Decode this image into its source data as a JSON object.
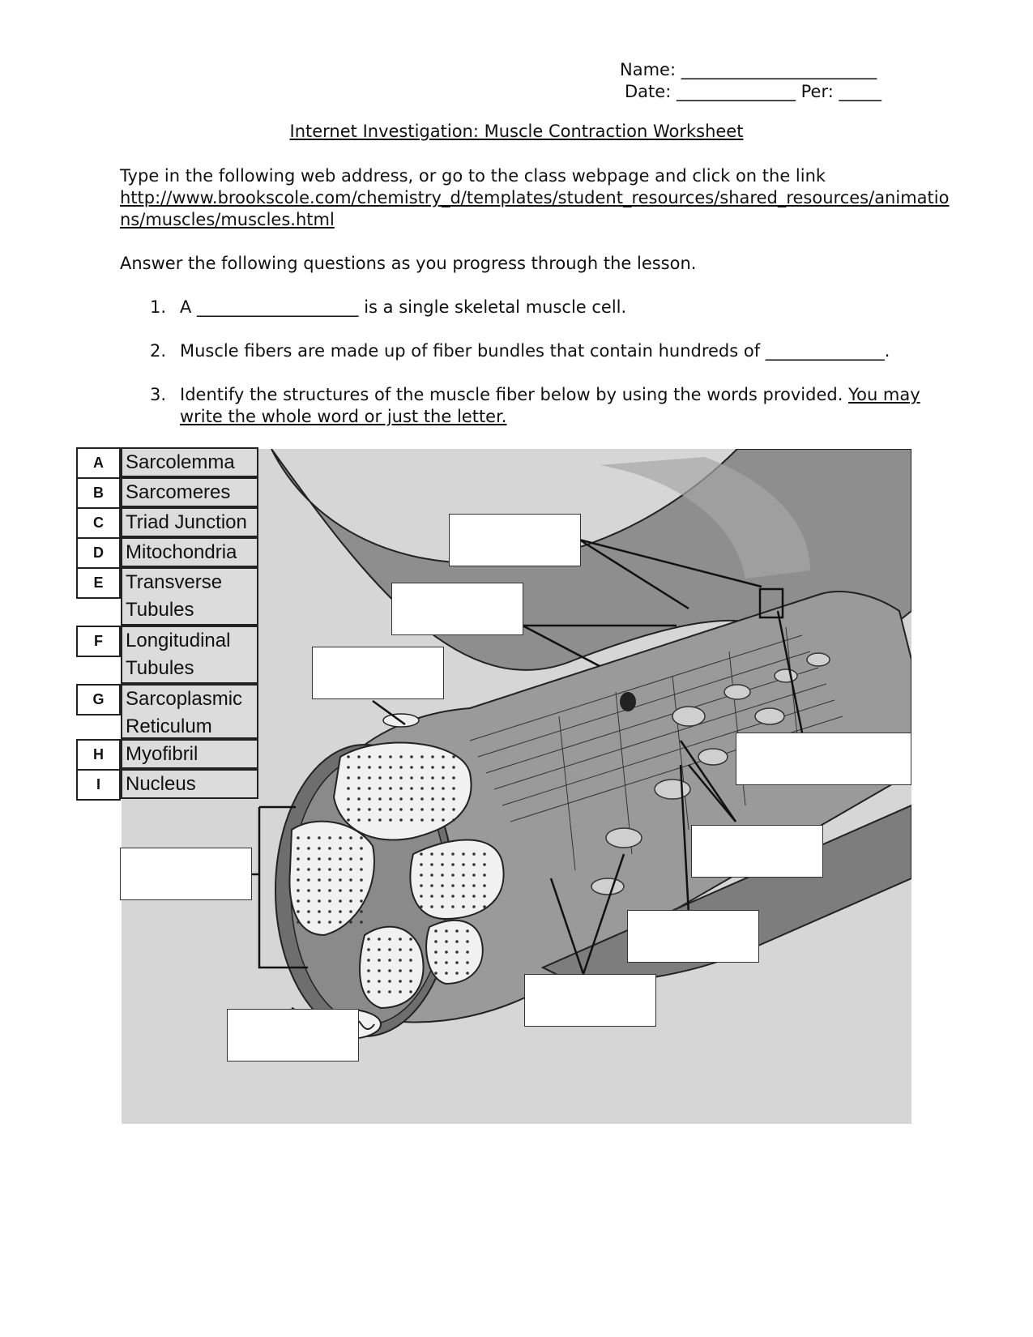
{
  "header": {
    "name_label": "Name: _______________________",
    "date_label": "Date: ______________ Per: _____"
  },
  "title": "Internet Investigation: Muscle Contraction Worksheet",
  "instructions": {
    "line1": "Type in the following web address, or go to the class webpage and click on the link",
    "url_line1": "http://www.brookscole.com/chemistry_d/templates/student_resources/shared_resources/animatio",
    "url_line2": "ns/muscles/muscles.html",
    "answer_line": "Answer the following questions as you progress through the lesson."
  },
  "questions": [
    {
      "num": "1.",
      "text": "A ___________________ is a single skeletal muscle cell."
    },
    {
      "num": "2.",
      "text": "Muscle fibers are made up of fiber bundles that contain hundreds of ______________."
    },
    {
      "num": "3.",
      "text": "Identify the structures of the muscle fiber below by using the words provided. ",
      "text_underlined": "You may",
      "line2": "write the whole word or just the letter."
    }
  ],
  "word_bank": [
    {
      "letter": "A",
      "word": "Sarcolemma"
    },
    {
      "letter": "B",
      "word": "Sarcomeres"
    },
    {
      "letter": "C",
      "word": "Triad Junction"
    },
    {
      "letter": "D",
      "word": "Mitochondria"
    },
    {
      "letter": "E",
      "word": "Transverse",
      "word2": "Tubules"
    },
    {
      "letter": "F",
      "word": "Longitudinal",
      "word2": "Tubules"
    },
    {
      "letter": "G",
      "word": "Sarcoplasmic",
      "word2": "Reticulum"
    },
    {
      "letter": "H",
      "word": "Myofibril"
    },
    {
      "letter": "I",
      "word": "Nucleus"
    }
  ],
  "colors": {
    "figure_bg": "#d6d6d6",
    "sarcolemma_gray": "#8a8a8a",
    "myofibril_fill": "#f1f1f1",
    "outline": "#222222"
  }
}
